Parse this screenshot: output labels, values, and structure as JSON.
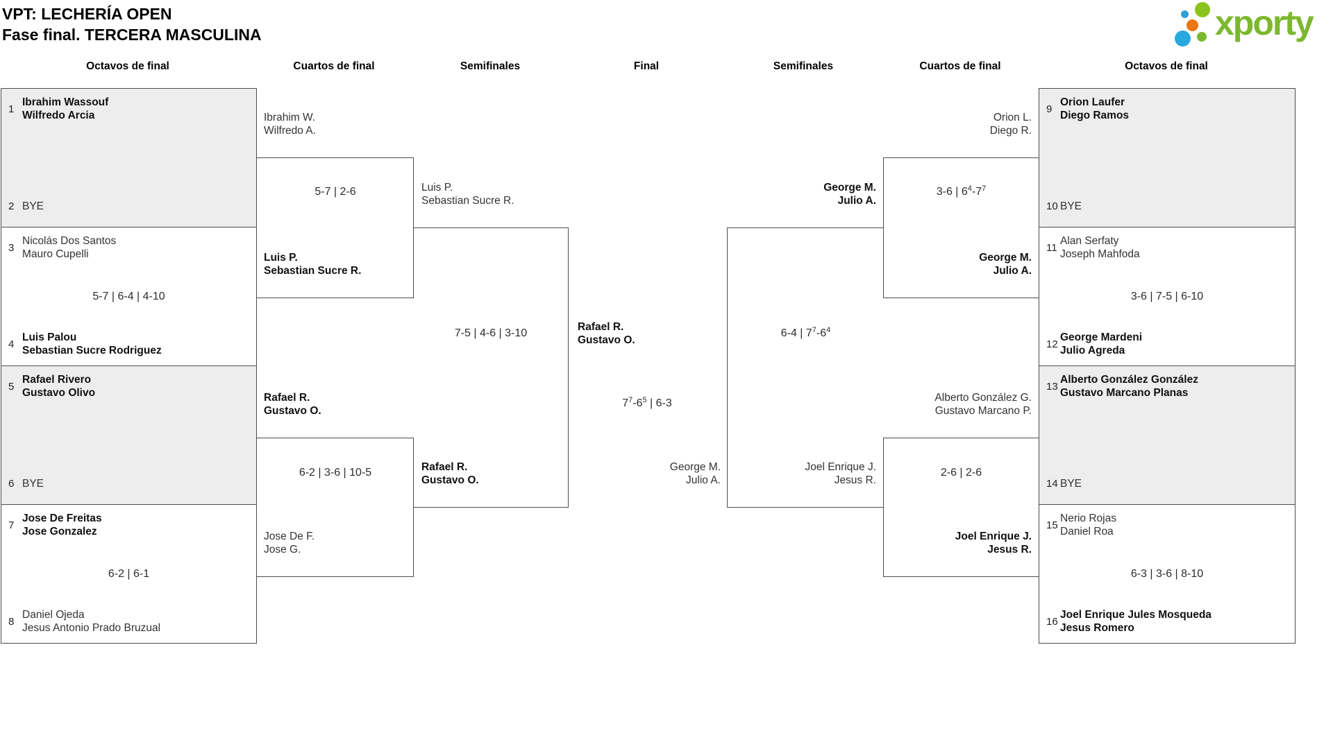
{
  "header": {
    "title_line1": "VPT: LECHERÍA OPEN",
    "title_line2": "Fase final. TERCERA MASCULINA"
  },
  "logo": {
    "text": "xporty"
  },
  "colors": {
    "brand_green": "#7cb82d",
    "dot_green": "#8cc21d",
    "dot_blue": "#29a8e0",
    "dot_orange": "#ea7614",
    "bye_box_bg": "#ededed",
    "line": "#4c4c4c"
  },
  "rounds": [
    "Octavos de final",
    "Cuartos de final",
    "Semifinales",
    "Final",
    "Semifinales",
    "Cuartos de final",
    "Octavos de final"
  ],
  "r16": [
    {
      "seed_a": "1",
      "team_a": [
        "Ibrahim Wassouf",
        "Wilfredo Arcia"
      ],
      "bold_a": true,
      "seed_b": "2",
      "team_b": [
        "BYE"
      ],
      "bold_b": false,
      "score": ""
    },
    {
      "seed_a": "3",
      "team_a": [
        "Nicolás Dos Santos",
        "Mauro Cupelli"
      ],
      "bold_a": false,
      "seed_b": "4",
      "team_b": [
        "Luis Palou",
        "Sebastian Sucre Rodriguez"
      ],
      "bold_b": true,
      "score": "5-7 | 6-4 | 4-10"
    },
    {
      "seed_a": "5",
      "team_a": [
        "Rafael Rivero",
        "Gustavo Olivo"
      ],
      "bold_a": true,
      "seed_b": "6",
      "team_b": [
        "BYE"
      ],
      "bold_b": false,
      "score": ""
    },
    {
      "seed_a": "7",
      "team_a": [
        "Jose De Freitas",
        "Jose Gonzalez"
      ],
      "bold_a": true,
      "seed_b": "8",
      "team_b": [
        "Daniel Ojeda",
        "Jesus Antonio Prado Bruzual"
      ],
      "bold_b": false,
      "score": "6-2 | 6-1"
    },
    {
      "seed_a": "9",
      "team_a": [
        "Orion Laufer",
        "Diego Ramos"
      ],
      "bold_a": true,
      "seed_b": "10",
      "team_b": [
        "BYE"
      ],
      "bold_b": false,
      "score": ""
    },
    {
      "seed_a": "11",
      "team_a": [
        "Alan Serfaty",
        "Joseph Mahfoda"
      ],
      "bold_a": false,
      "seed_b": "12",
      "team_b": [
        "George Mardeni",
        "Julio Agreda"
      ],
      "bold_b": true,
      "score": "3-6 | 7-5 | 6-10"
    },
    {
      "seed_a": "13",
      "team_a": [
        "Alberto González González",
        "Gustavo Marcano Planas"
      ],
      "bold_a": true,
      "seed_b": "14",
      "team_b": [
        "BYE"
      ],
      "bold_b": false,
      "score": ""
    },
    {
      "seed_a": "15",
      "team_a": [
        "Nerio Rojas",
        "Daniel Roa"
      ],
      "bold_a": false,
      "seed_b": "16",
      "team_b": [
        "Joel Enrique Jules Mosqueda",
        "Jesus Romero"
      ],
      "bold_b": true,
      "score": "6-3 | 3-6 | 8-10"
    }
  ],
  "qf": [
    {
      "team_a": [
        "Ibrahim W.",
        "Wilfredo A."
      ],
      "bold_a": false,
      "team_b": [
        "Luis P.",
        "Sebastian Sucre R."
      ],
      "bold_b": true,
      "score": "5-7 | 2-6"
    },
    {
      "team_a": [
        "Rafael R.",
        "Gustavo O."
      ],
      "bold_a": true,
      "team_b": [
        "Jose De F.",
        "Jose G."
      ],
      "bold_b": false,
      "score": "6-2 | 3-6 | 10-5"
    },
    {
      "team_a": [
        "Orion L.",
        "Diego R."
      ],
      "bold_a": false,
      "team_b": [
        "George M.",
        "Julio A."
      ],
      "bold_b": true,
      "score": "3-6 | 6^4-7^7"
    },
    {
      "team_a": [
        "Alberto González G.",
        "Gustavo Marcano P."
      ],
      "bold_a": false,
      "team_b": [
        "Joel Enrique J.",
        "Jesus R."
      ],
      "bold_b": true,
      "score": "2-6 | 2-6"
    }
  ],
  "sf": [
    {
      "team_a": [
        "Luis P.",
        "Sebastian Sucre R."
      ],
      "bold_a": false,
      "team_b": [
        "Rafael R.",
        "Gustavo O."
      ],
      "bold_b": true,
      "score": "7-5 | 4-6 | 3-10"
    },
    {
      "team_a": [
        "George M.",
        "Julio A."
      ],
      "bold_a": true,
      "team_b": [
        "Joel Enrique J.",
        "Jesus R."
      ],
      "bold_b": false,
      "score": "6-4 | 7^7-6^4"
    }
  ],
  "final": {
    "team_a": [
      "Rafael R.",
      "Gustavo O."
    ],
    "bold_a": true,
    "team_b": [
      "George M.",
      "Julio A."
    ],
    "bold_b": false,
    "score": "7^7-6^5 | 6-3"
  }
}
